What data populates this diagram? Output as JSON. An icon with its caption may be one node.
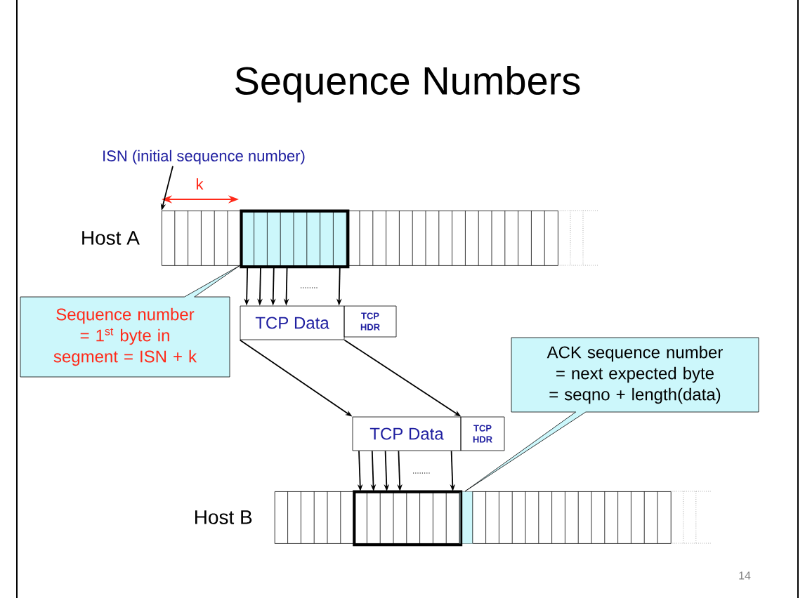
{
  "diagram": {
    "title": "Sequence Numbers",
    "nodes": [
      {
        "text": [
          "ISN (initial sequence number)"
        ]
      },
      {
        "text": [],
        "shape": "bar",
        "beside": [
          "Host A"
        ]
      },
      {
        "text": [],
        "shape": "box",
        "in": 1
      },
      {
        "text": [
          "Sequence number = 1$^{st}$ byte in segment = ISN + k"
        ]
      },
      {
        "text": [
          "TCP Data"
        ]
      },
      {
        "text": [
          "TCP HDR"
        ]
      },
      {
        "text": [
          "TCP Data"
        ]
      },
      {
        "text": [
          "TCP HDR"
        ]
      },
      {
        "text": [
          "ACK sequence number = next expected byte = seqno + length(data)"
        ]
      },
      {
        "text": [],
        "shape": "bar",
        "beside": [
          "Host B"
        ]
      },
      {
        "text": [],
        "shape": "box",
        "in": 9
      },
      {
        "text": [],
        "shape": "box",
        "in": 9
      }
    ],
    "edges": [
      {
        "from": 0,
        "to": 1,
        "arrow": "to"
      },
      {
        "from": 2,
        "to": 4,
        "arrow": "to"
      },
      {
        "from": 2,
        "to": 4,
        "arrow": "to"
      },
      {
        "from": 2,
        "to": 4,
        "arrow": "to"
      },
      {
        "from": 2,
        "to": 4,
        "arrow": "to"
      },
      {
        "from": 2,
        "to": 4,
        "arrow": "to"
      },
      {
        "from": 4,
        "to": 6,
        "arrow": "to"
      },
      {
        "from": 4,
        "to": 6,
        "arrow": "to"
      },
      {
        "from": 6,
        "to": 10,
        "arrow": "to"
      },
      {
        "from": 6,
        "to": 10,
        "arrow": "to"
      },
      {
        "from": 6,
        "to": 10,
        "arrow": "to"
      },
      {
        "from": 6,
        "to": 10,
        "arrow": "to"
      },
      {
        "from": 6,
        "to": 10,
        "arrow": "to"
      }
    ],
    "labels": [
      "k",
      "14"
    ]
  }
}
